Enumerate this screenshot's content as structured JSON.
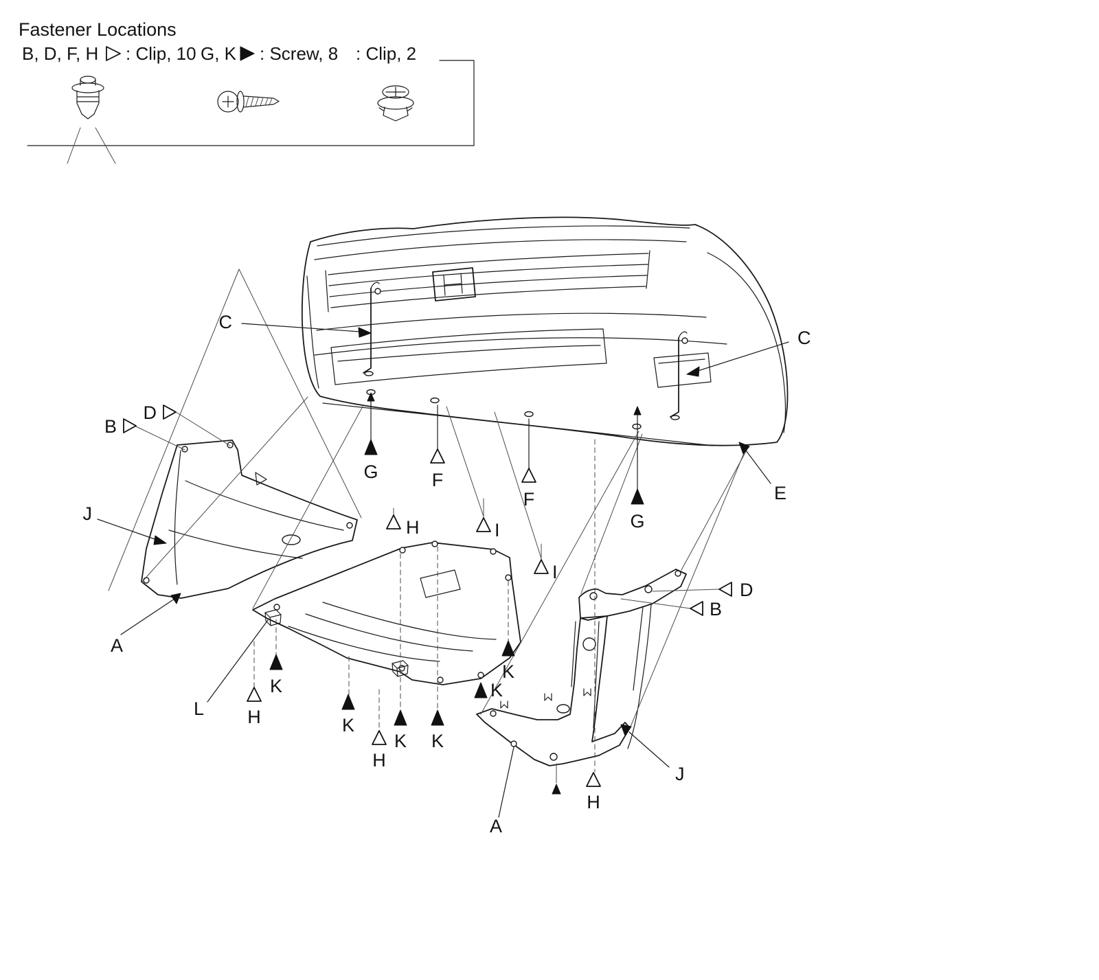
{
  "header": {
    "title": "Fastener Locations"
  },
  "legend": {
    "items": [
      {
        "letters": "B, D, F, H",
        "marker": "open-right-triangle",
        "label": ": Clip, 10",
        "fastener": "push-clip"
      },
      {
        "letters": "G, K",
        "marker": "filled-right-triangle",
        "label": ": Screw, 8",
        "fastener": "tapping-screw"
      },
      {
        "letters": "",
        "marker": "none",
        "label": ": Clip, 2",
        "fastener": "grommet-clip"
      }
    ]
  },
  "callouts": {
    "A1": "A",
    "A2": "A",
    "B1": "B",
    "B2": "B",
    "C1": "C",
    "C2": "C",
    "D1": "D",
    "D2": "D",
    "E": "E",
    "F1": "F",
    "F2": "F",
    "G1": "G",
    "G2": "G",
    "H1": "H",
    "H2": "H",
    "H3": "H",
    "H4": "H",
    "I1": "I",
    "I2": "I",
    "J1": "J",
    "J2": "J",
    "K1": "K",
    "K2": "K",
    "K3": "K",
    "K4": "K",
    "K5": "K",
    "K6": "K",
    "L": "L"
  },
  "colors": {
    "ink": "#1a1a1a",
    "paper": "#ffffff"
  }
}
